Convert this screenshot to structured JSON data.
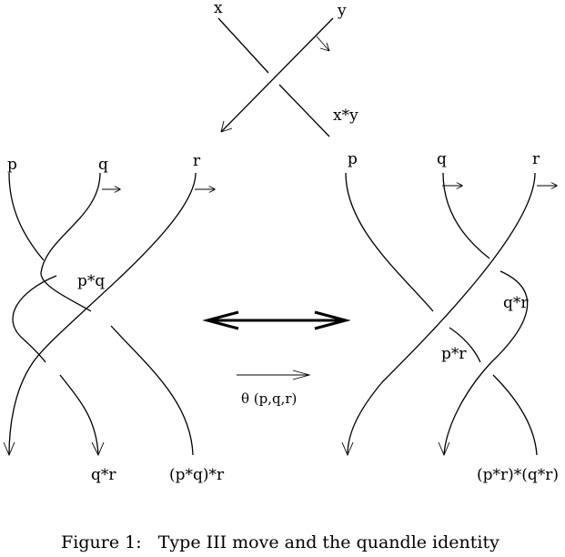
{
  "crossing": {
    "x": "x",
    "y": "y",
    "result": "x*y"
  },
  "left_braid": {
    "top_labels": [
      "p",
      "q",
      "r"
    ],
    "middle_label": "p*q",
    "bottom_labels": [
      "q*r",
      "(p*q)*r"
    ]
  },
  "right_braid": {
    "top_labels": [
      "p",
      "q",
      "r"
    ],
    "middle_labels": [
      "q*r",
      "p*r"
    ],
    "bottom_label": "(p*r)*(q*r)"
  },
  "move_label": "θ (p,q,r)",
  "caption": "Figure 1:   Type III move and the quandle identity"
}
